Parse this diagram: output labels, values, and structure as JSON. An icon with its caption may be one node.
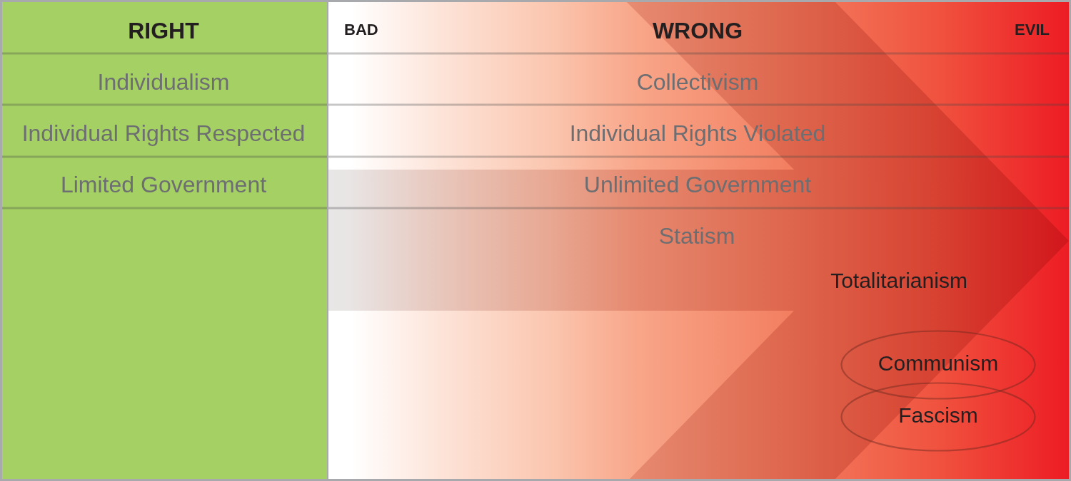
{
  "diagram": {
    "nodes": [
      {
        "text": [
          "RIGHT",
          "Individualism",
          "Individual Rights Respected",
          "Limited Government"
        ]
      },
      {
        "text": [
          "BAD",
          "WRONG",
          "EVIL",
          "Collectivism",
          "Individual Rights Violated",
          "Unlimited Government",
          "Statism",
          "Totalitarianism"
        ]
      },
      {
        "text": [
          "Communism"
        ],
        "in": 1
      },
      {
        "text": [
          "Fascism"
        ],
        "in": 1
      }
    ]
  }
}
